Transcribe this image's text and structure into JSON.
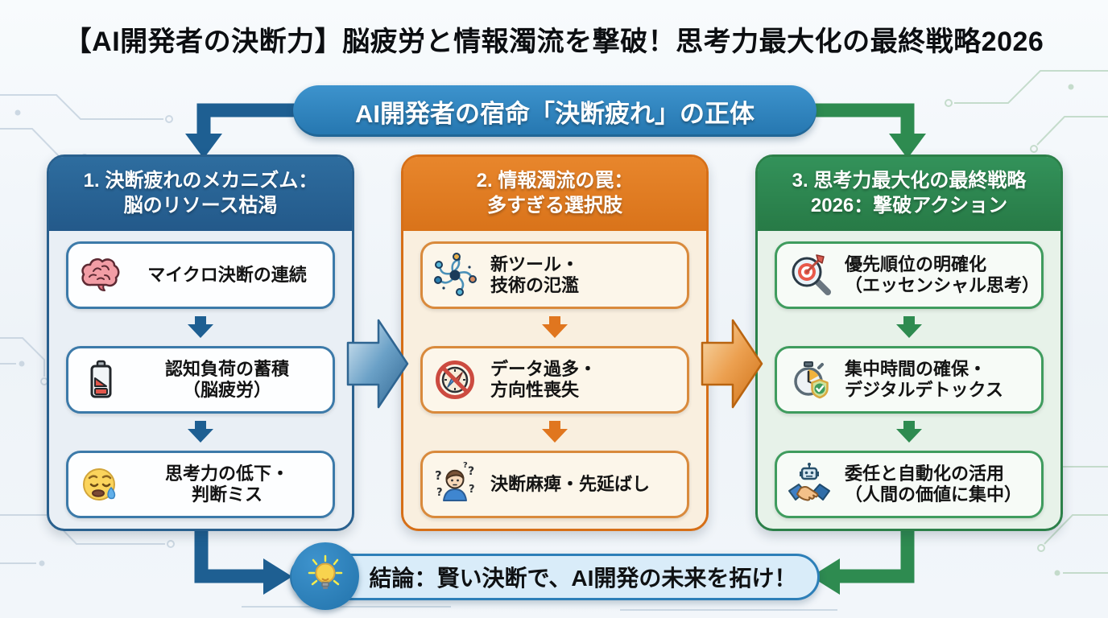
{
  "title": "【AI開発者の決断力】脳疲労と情報濁流を撃破！思考力最大化の最終戦略2026",
  "banner": {
    "label": "AI開発者の宿命「決断疲れ」の正体"
  },
  "columns": [
    {
      "header_line1": "1. 決断疲れのメカニズム：",
      "header_line2": "脳のリソース枯渇",
      "items": [
        {
          "icon": "brain-icon",
          "line1": "マイクロ決断の連続",
          "line2": ""
        },
        {
          "icon": "battery-low-icon",
          "line1": "認知負荷の蓄積",
          "line2": "（脳疲労）"
        },
        {
          "icon": "sleepy-face-icon",
          "line1": "思考力の低下・",
          "line2": "判断ミス"
        }
      ]
    },
    {
      "header_line1": "2. 情報濁流の罠：",
      "header_line2": "多すぎる選択肢",
      "items": [
        {
          "icon": "tool-swirl-icon",
          "line1": "新ツール・",
          "line2": "技術の氾濫"
        },
        {
          "icon": "no-compass-icon",
          "line1": "データ過多・",
          "line2": "方向性喪失"
        },
        {
          "icon": "confused-person-icon",
          "line1": "決断麻痺・先延ばし",
          "line2": ""
        }
      ]
    },
    {
      "header_line1": "3. 思考力最大化の最終戦略",
      "header_line2": "2026：撃破アクション",
      "items": [
        {
          "icon": "target-magnifier-icon",
          "line1": "優先順位の明確化",
          "line2": "（エッセンシャル思考）"
        },
        {
          "icon": "stopwatch-shield-icon",
          "line1": "集中時間の確保・",
          "line2": "デジタルデトックス"
        },
        {
          "icon": "robot-handshake-icon",
          "line1": "委任と自動化の活用",
          "line2": "（人間の価値に集中）"
        }
      ]
    }
  ],
  "conclusion": {
    "icon": "lightbulb-icon",
    "label": "結論：賢い決断で、AI開発の未来を拓け！"
  },
  "colors": {
    "blue_accent": "#2c6b9d",
    "blue_connector": "#1e5f92",
    "blue_banner": "#2f86c2",
    "orange_accent": "#d9731a",
    "green_accent": "#2e8b50",
    "col1_body": "#e9eff5",
    "col2_body": "#f9efdf",
    "col3_body": "#e7f2e9",
    "conclusion_bg": "#d9ecf9"
  }
}
